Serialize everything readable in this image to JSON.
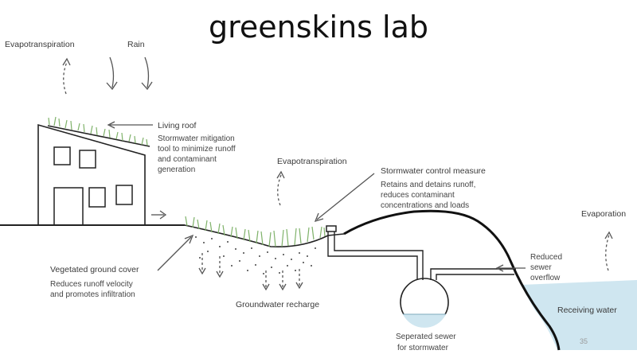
{
  "title": "greenskins lab",
  "labels": {
    "evapotranspiration_top": "Evapotranspiration",
    "rain": "Rain",
    "living_roof_title": "Living roof",
    "living_roof_desc": [
      "Stormwater mitigation",
      "tool to minimize runoff",
      "and contaminant",
      "generation"
    ],
    "evapotranspiration_mid": "Evapotranspiration",
    "scm_title": "Stormwater control measure",
    "scm_desc": [
      "Retains and detains runoff,",
      "reduces contaminant",
      "concentrations and loads"
    ],
    "evaporation": "Evaporation",
    "vegetated_title": "Vegetated ground cover",
    "vegetated_desc": [
      "Reduces runoff velocity",
      "and promotes infiltration"
    ],
    "groundwater": "Groundwater recharge",
    "sewer": [
      "Seperated sewer",
      "for stormwater"
    ],
    "overflow": [
      "Reduced",
      "sewer",
      "overflow"
    ],
    "receiving_water": "Receiving water"
  },
  "page_number": "35",
  "colors": {
    "water": "#cfe6f0",
    "grass": "#7fb26a",
    "ink": "#222222"
  }
}
